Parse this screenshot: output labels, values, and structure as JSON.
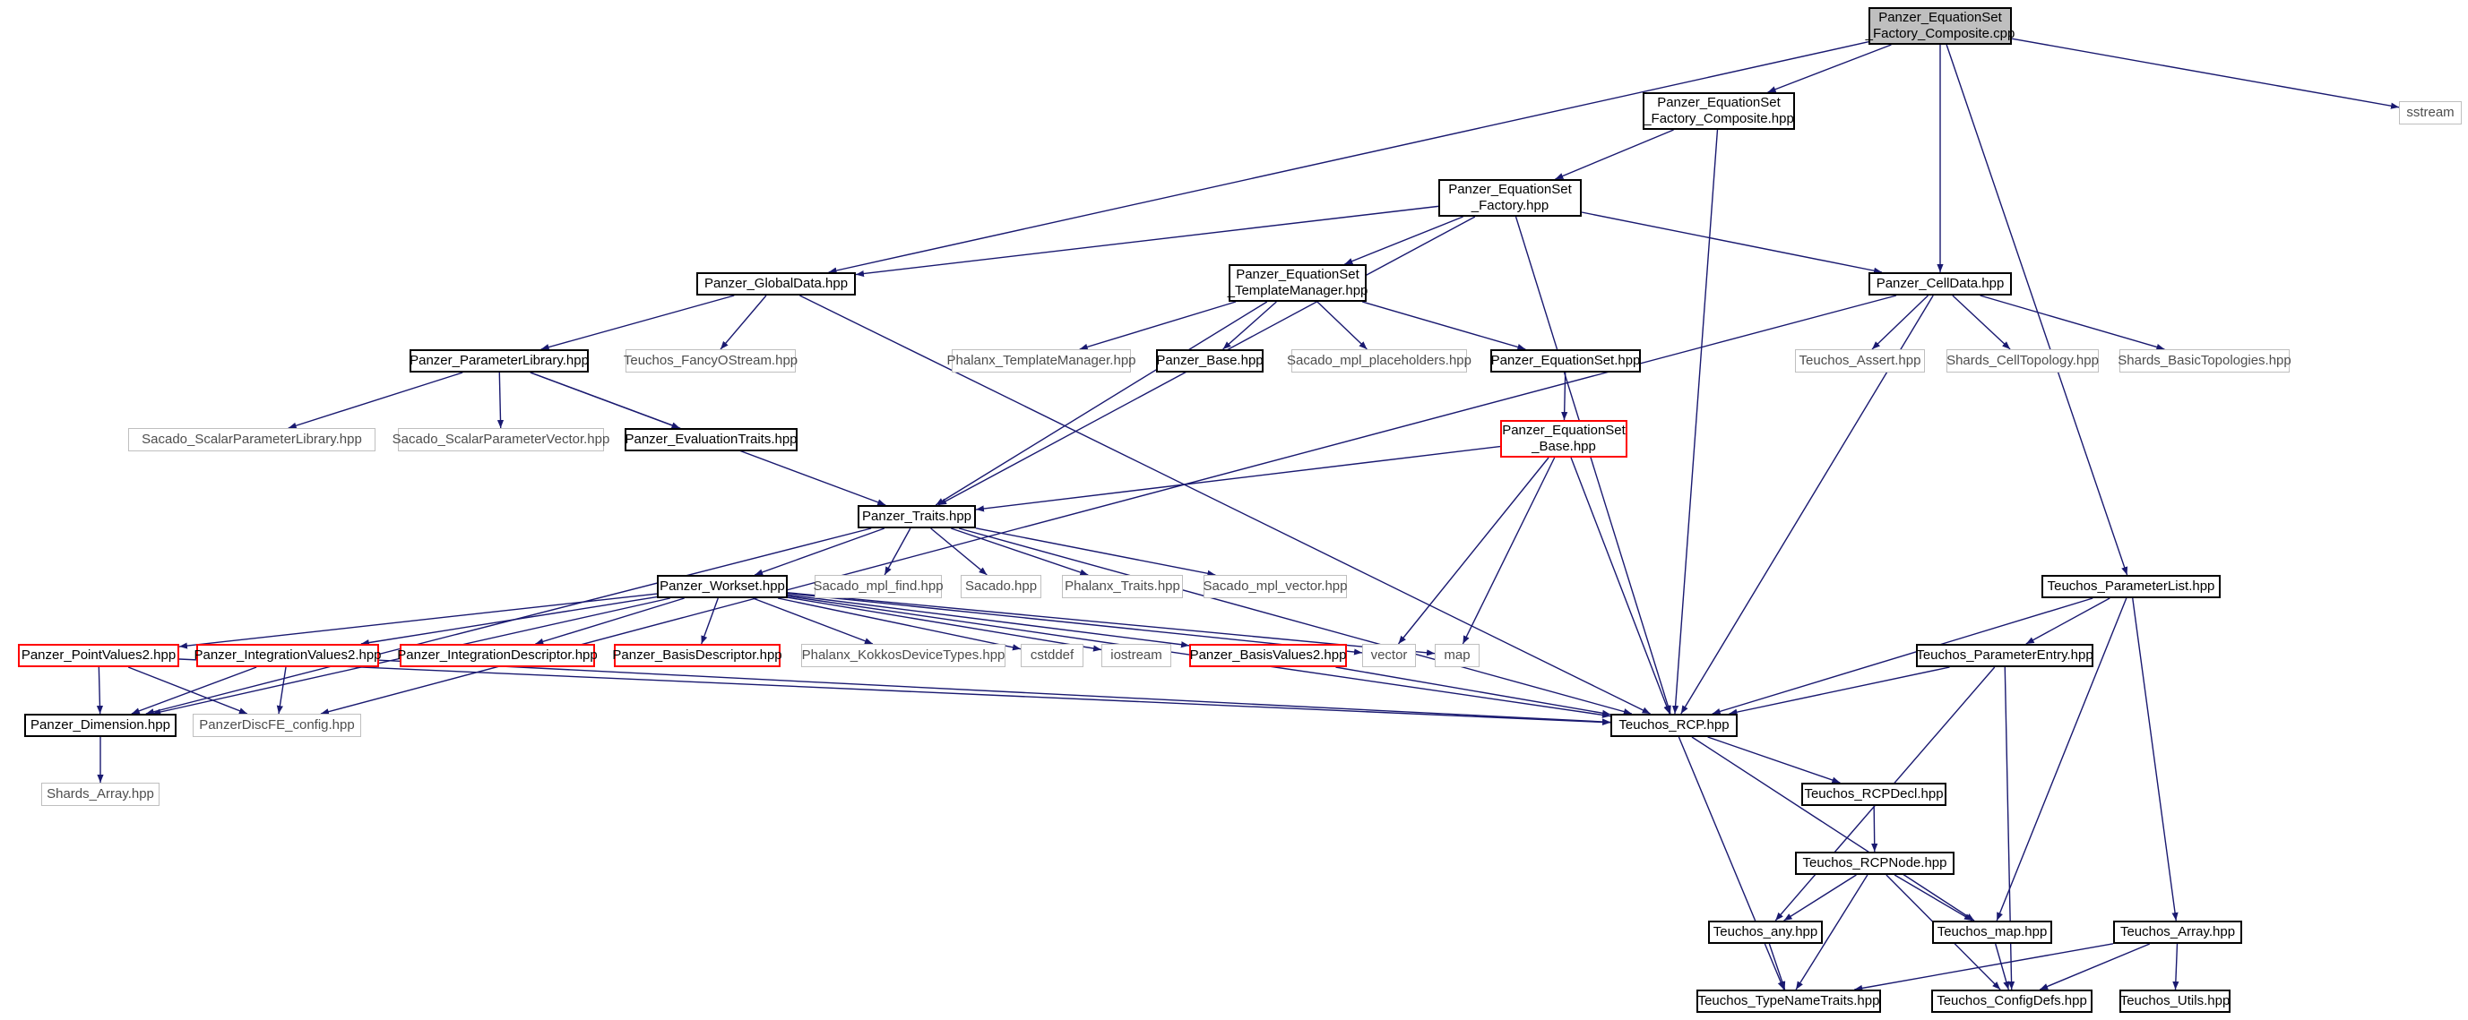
{
  "colors": {
    "edge": "#191970",
    "root_fill": "#bfbfbf",
    "external_border": "#bfbfbf",
    "incomplete_border": "#ff0000",
    "node_border": "#000000"
  },
  "nodes": [
    {
      "id": "root",
      "label": "Panzer_EquationSet\n_Factory_Composite.cpp",
      "kind": "root"
    },
    {
      "id": "comp_hpp",
      "label": "Panzer_EquationSet\n_Factory_Composite.hpp",
      "kind": "normal"
    },
    {
      "id": "sstream",
      "label": "sstream",
      "kind": "ext"
    },
    {
      "id": "factory",
      "label": "Panzer_EquationSet\n_Factory.hpp",
      "kind": "normal"
    },
    {
      "id": "globaldata",
      "label": "Panzer_GlobalData.hpp",
      "kind": "normal"
    },
    {
      "id": "tmplmgr",
      "label": "Panzer_EquationSet\n_TemplateManager.hpp",
      "kind": "normal"
    },
    {
      "id": "celldata",
      "label": "Panzer_CellData.hpp",
      "kind": "normal"
    },
    {
      "id": "paramlib",
      "label": "Panzer_ParameterLibrary.hpp",
      "kind": "normal"
    },
    {
      "id": "fancy",
      "label": "Teuchos_FancyOStream.hpp",
      "kind": "ext"
    },
    {
      "id": "phx_tm",
      "label": "Phalanx_TemplateManager.hpp",
      "kind": "ext"
    },
    {
      "id": "base",
      "label": "Panzer_Base.hpp",
      "kind": "normal"
    },
    {
      "id": "mpl_ph",
      "label": "Sacado_mpl_placeholders.hpp",
      "kind": "ext"
    },
    {
      "id": "eqset",
      "label": "Panzer_EquationSet.hpp",
      "kind": "normal"
    },
    {
      "id": "assert",
      "label": "Teuchos_Assert.hpp",
      "kind": "ext"
    },
    {
      "id": "celltopo",
      "label": "Shards_CellTopology.hpp",
      "kind": "ext"
    },
    {
      "id": "basictopo",
      "label": "Shards_BasicTopologies.hpp",
      "kind": "ext"
    },
    {
      "id": "scalarlib",
      "label": "Sacado_ScalarParameterLibrary.hpp",
      "kind": "ext"
    },
    {
      "id": "scalarvec",
      "label": "Sacado_ScalarParameterVector.hpp",
      "kind": "ext"
    },
    {
      "id": "evaltraits",
      "label": "Panzer_EvaluationTraits.hpp",
      "kind": "normal"
    },
    {
      "id": "eqsetbase",
      "label": "Panzer_EquationSet\n_Base.hpp",
      "kind": "incomplete"
    },
    {
      "id": "traits",
      "label": "Panzer_Traits.hpp",
      "kind": "normal"
    },
    {
      "id": "workset",
      "label": "Panzer_Workset.hpp",
      "kind": "normal"
    },
    {
      "id": "mplfind",
      "label": "Sacado_mpl_find.hpp",
      "kind": "ext"
    },
    {
      "id": "sacado",
      "label": "Sacado.hpp",
      "kind": "ext"
    },
    {
      "id": "phxtraits",
      "label": "Phalanx_Traits.hpp",
      "kind": "ext"
    },
    {
      "id": "mplvec",
      "label": "Sacado_mpl_vector.hpp",
      "kind": "ext"
    },
    {
      "id": "plist",
      "label": "Teuchos_ParameterList.hpp",
      "kind": "normal"
    },
    {
      "id": "pentry",
      "label": "Teuchos_ParameterEntry.hpp",
      "kind": "normal"
    },
    {
      "id": "pointvals",
      "label": "Panzer_PointValues2.hpp",
      "kind": "incomplete"
    },
    {
      "id": "intvals",
      "label": "Panzer_IntegrationValues2.hpp",
      "kind": "incomplete"
    },
    {
      "id": "intdesc",
      "label": "Panzer_IntegrationDescriptor.hpp",
      "kind": "incomplete"
    },
    {
      "id": "basisdesc",
      "label": "Panzer_BasisDescriptor.hpp",
      "kind": "incomplete"
    },
    {
      "id": "kokkos",
      "label": "Phalanx_KokkosDeviceTypes.hpp",
      "kind": "ext"
    },
    {
      "id": "cstddef",
      "label": "cstddef",
      "kind": "ext"
    },
    {
      "id": "iostream",
      "label": "iostream",
      "kind": "ext"
    },
    {
      "id": "basisvals",
      "label": "Panzer_BasisValues2.hpp",
      "kind": "incomplete"
    },
    {
      "id": "vector",
      "label": "vector",
      "kind": "ext"
    },
    {
      "id": "map",
      "label": "map",
      "kind": "ext"
    },
    {
      "id": "dimension",
      "label": "Panzer_Dimension.hpp",
      "kind": "normal"
    },
    {
      "id": "config",
      "label": "PanzerDiscFE_config.hpp",
      "kind": "ext"
    },
    {
      "id": "rcp",
      "label": "Teuchos_RCP.hpp",
      "kind": "normal"
    },
    {
      "id": "shardsarr",
      "label": "Shards_Array.hpp",
      "kind": "ext"
    },
    {
      "id": "rcpdecl",
      "label": "Teuchos_RCPDecl.hpp",
      "kind": "normal"
    },
    {
      "id": "rcpnode",
      "label": "Teuchos_RCPNode.hpp",
      "kind": "normal"
    },
    {
      "id": "any",
      "label": "Teuchos_any.hpp",
      "kind": "normal"
    },
    {
      "id": "tmap",
      "label": "Teuchos_map.hpp",
      "kind": "normal"
    },
    {
      "id": "tarray",
      "label": "Teuchos_Array.hpp",
      "kind": "normal"
    },
    {
      "id": "typename",
      "label": "Teuchos_TypeNameTraits.hpp",
      "kind": "normal"
    },
    {
      "id": "configdefs",
      "label": "Teuchos_ConfigDefs.hpp",
      "kind": "normal"
    },
    {
      "id": "utils",
      "label": "Teuchos_Utils.hpp",
      "kind": "normal"
    }
  ],
  "edges": [
    [
      "root",
      "comp_hpp"
    ],
    [
      "root",
      "sstream"
    ],
    [
      "root",
      "globaldata"
    ],
    [
      "root",
      "celldata"
    ],
    [
      "root",
      "plist"
    ],
    [
      "comp_hpp",
      "factory"
    ],
    [
      "comp_hpp",
      "rcp"
    ],
    [
      "factory",
      "globaldata"
    ],
    [
      "factory",
      "tmplmgr"
    ],
    [
      "factory",
      "celldata"
    ],
    [
      "factory",
      "traits"
    ],
    [
      "factory",
      "rcp"
    ],
    [
      "globaldata",
      "paramlib"
    ],
    [
      "globaldata",
      "fancy"
    ],
    [
      "globaldata",
      "rcp"
    ],
    [
      "tmplmgr",
      "phx_tm"
    ],
    [
      "tmplmgr",
      "base"
    ],
    [
      "tmplmgr",
      "mpl_ph"
    ],
    [
      "tmplmgr",
      "eqset"
    ],
    [
      "tmplmgr",
      "traits"
    ],
    [
      "celldata",
      "assert"
    ],
    [
      "celldata",
      "celltopo"
    ],
    [
      "celldata",
      "basictopo"
    ],
    [
      "celldata",
      "rcp"
    ],
    [
      "celldata",
      "config"
    ],
    [
      "paramlib",
      "scalarlib"
    ],
    [
      "paramlib",
      "scalarvec"
    ],
    [
      "paramlib",
      "evaltraits"
    ],
    [
      "paramlib",
      "traits"
    ],
    [
      "eqset",
      "eqsetbase"
    ],
    [
      "eqsetbase",
      "traits"
    ],
    [
      "eqsetbase",
      "vector"
    ],
    [
      "eqsetbase",
      "map"
    ],
    [
      "eqsetbase",
      "rcp"
    ],
    [
      "traits",
      "workset"
    ],
    [
      "traits",
      "mplfind"
    ],
    [
      "traits",
      "sacado"
    ],
    [
      "traits",
      "phxtraits"
    ],
    [
      "traits",
      "mplvec"
    ],
    [
      "traits",
      "rcp"
    ],
    [
      "traits",
      "dimension"
    ],
    [
      "workset",
      "pointvals"
    ],
    [
      "workset",
      "intvals"
    ],
    [
      "workset",
      "intdesc"
    ],
    [
      "workset",
      "basisdesc"
    ],
    [
      "workset",
      "kokkos"
    ],
    [
      "workset",
      "cstddef"
    ],
    [
      "workset",
      "iostream"
    ],
    [
      "workset",
      "basisvals"
    ],
    [
      "workset",
      "vector"
    ],
    [
      "workset",
      "map"
    ],
    [
      "workset",
      "dimension"
    ],
    [
      "workset",
      "rcp"
    ],
    [
      "pointvals",
      "dimension"
    ],
    [
      "pointvals",
      "config"
    ],
    [
      "pointvals",
      "rcp"
    ],
    [
      "intvals",
      "dimension"
    ],
    [
      "intvals",
      "config"
    ],
    [
      "intvals",
      "rcp"
    ],
    [
      "basisvals",
      "rcp"
    ],
    [
      "dimension",
      "shardsarr"
    ],
    [
      "plist",
      "pentry"
    ],
    [
      "plist",
      "rcp"
    ],
    [
      "plist",
      "tmap"
    ],
    [
      "plist",
      "tarray"
    ],
    [
      "pentry",
      "rcp"
    ],
    [
      "pentry",
      "any"
    ],
    [
      "pentry",
      "configdefs"
    ],
    [
      "rcp",
      "rcpdecl"
    ],
    [
      "rcp",
      "tmap"
    ],
    [
      "rcp",
      "typename"
    ],
    [
      "rcpdecl",
      "rcpnode"
    ],
    [
      "rcpnode",
      "any"
    ],
    [
      "rcpnode",
      "tmap"
    ],
    [
      "rcpnode",
      "typename"
    ],
    [
      "rcpnode",
      "configdefs"
    ],
    [
      "any",
      "typename"
    ],
    [
      "tmap",
      "configdefs"
    ],
    [
      "tarray",
      "typename"
    ],
    [
      "tarray",
      "configdefs"
    ],
    [
      "tarray",
      "utils"
    ]
  ]
}
